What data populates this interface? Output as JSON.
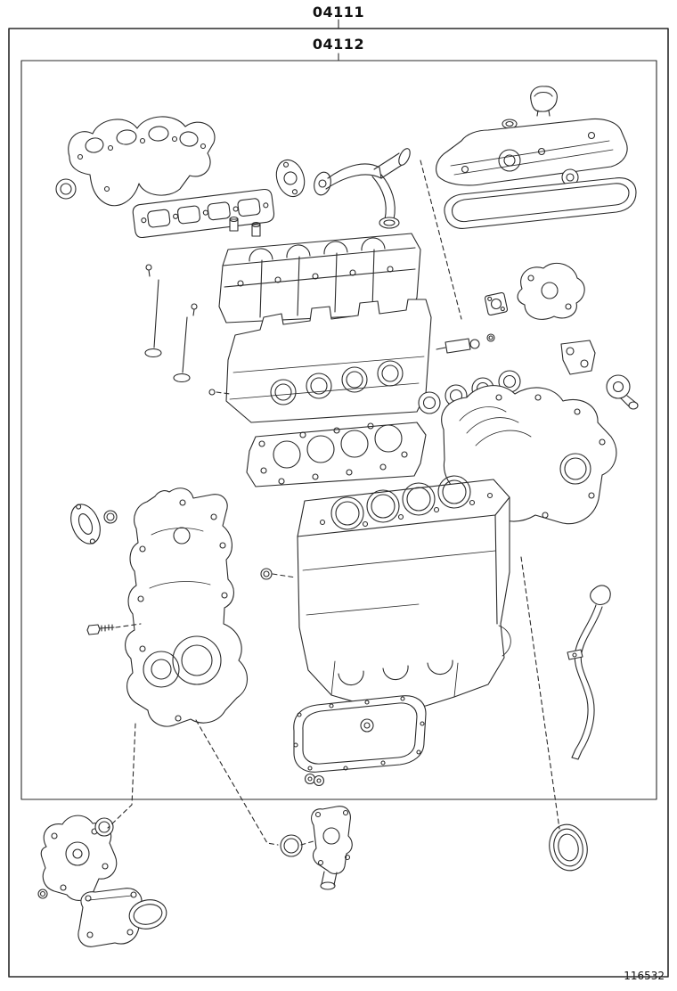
{
  "labels": {
    "outer_part_number": "04111",
    "inner_part_number": "04112",
    "figure_number": "116532"
  },
  "colors": {
    "line": "#2a2a2a",
    "background": "#ffffff"
  },
  "diagram": {
    "type": "exploded-parts-line-drawing",
    "parts": [
      "exhaust-manifold-gasket",
      "exhaust-seal-ring",
      "exhaust-pipe-gasket",
      "small-oval-gasket",
      "egr-pipe-assembly",
      "dowel-pins",
      "oil-filler-cap",
      "cap-seal-washer",
      "valve-cover",
      "valve-cover-gasket",
      "camshaft-housing",
      "engine-valves",
      "cylinder-head",
      "head-dowel",
      "intake-port-gaskets",
      "fuel-injector",
      "egr-valve",
      "egr-flange-gasket",
      "egr-outlet-pipe",
      "intake-manifold",
      "intake-o-ring",
      "head-gasket",
      "engine-block",
      "block-o-ring",
      "oil-pan",
      "oil-pan-cap",
      "timing-chain-cover",
      "timing-cover-gasket",
      "timing-cover-ring",
      "timing-cover-bolt",
      "dipstick-tube",
      "crankshaft-seal",
      "water-pump",
      "water-pump-ring-gasket",
      "water-pump-o-ring",
      "water-inlet-housing",
      "water-inlet-gasket",
      "thermostat-housing",
      "thermostat-o-ring"
    ]
  }
}
